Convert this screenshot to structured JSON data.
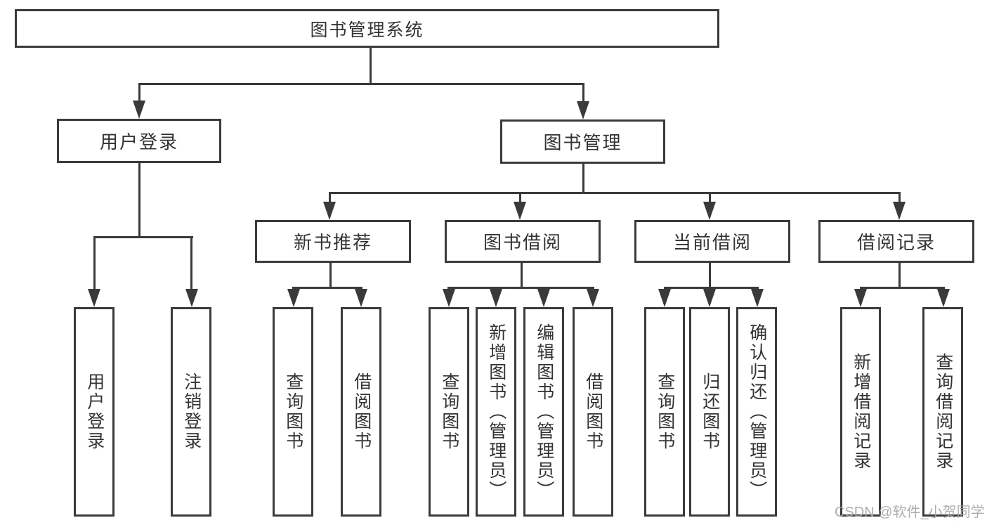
{
  "diagram": {
    "type": "org-hierarchy-flowchart",
    "watermark": "CSDN @软件_小贺同学",
    "colors": {
      "line": "#3a3a3a",
      "border": "#3b3b3b",
      "text": "#333333",
      "watermark": "#a5a5a5",
      "background": "#ffffff"
    }
  },
  "tree": {
    "label": "图书管理系统",
    "children": [
      {
        "label": "用户登录",
        "children": [
          {
            "label": "用户登录"
          },
          {
            "label": "注销登录"
          }
        ]
      },
      {
        "label": "图书管理",
        "children": [
          {
            "label": "新书推荐",
            "children": [
              {
                "label": "查询图书"
              },
              {
                "label": "借阅图书"
              }
            ]
          },
          {
            "label": "图书借阅",
            "children": [
              {
                "label": "查询图书"
              },
              {
                "label": "新增图书（管理员）"
              },
              {
                "label": "编辑图书（管理员）"
              },
              {
                "label": "借阅图书"
              }
            ]
          },
          {
            "label": "当前借阅",
            "children": [
              {
                "label": "查询图书"
              },
              {
                "label": "归还图书"
              },
              {
                "label": "确认归还（管理员）"
              }
            ]
          },
          {
            "label": "借阅记录",
            "children": [
              {
                "label": "新增借阅记录"
              },
              {
                "label": "查询借阅记录"
              }
            ]
          }
        ]
      }
    ]
  }
}
